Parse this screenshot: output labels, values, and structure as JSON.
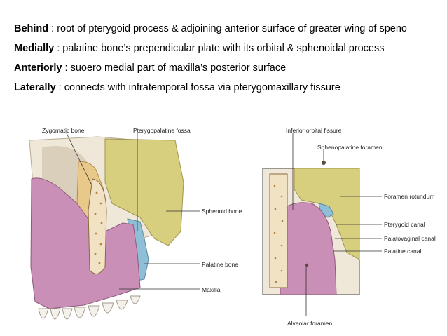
{
  "text_lines": [
    {
      "term": "Behind",
      "desc": " : root of pterygoid process & adjoining anterior surface of greater wing of speno"
    },
    {
      "term": "Medially",
      "desc": " : palatine bone’s  prependicular plate with its orbital & sphenoidal process"
    },
    {
      "term": "Anteriorly",
      "desc": " : suoero medial part of maxilla’s posterior surface"
    },
    {
      "term": "Laterally",
      "desc": " : connects with infratemporal fossa via pterygomaxillary fissure"
    }
  ],
  "left_figure": {
    "labels": {
      "zygomatic": "Zygomatic bone",
      "ptfossa": "Pterygopalatine fossa",
      "sphenoid": "Sphenoid bone",
      "palatine": "Palatine bone",
      "maxilla": "Maxilla"
    }
  },
  "right_figure": {
    "labels": {
      "iof": "Inferior orbital fissure",
      "spf": "Sphenopalatine foramen",
      "frot": "Foramen rotundum",
      "ptcanal": "Pterygoid canal",
      "pvcanal": "Palatovaginal canal",
      "palcanal": "Palatine canal",
      "alv": "Alveolar foramen"
    }
  },
  "colors": {
    "maxilla": "#c98fb6",
    "sphenoid": "#d8cf7e",
    "palatine": "#8fbfd6",
    "zygomatic": "#e9c98a",
    "bone": "#efe7d8",
    "orange": "#e7a451"
  }
}
